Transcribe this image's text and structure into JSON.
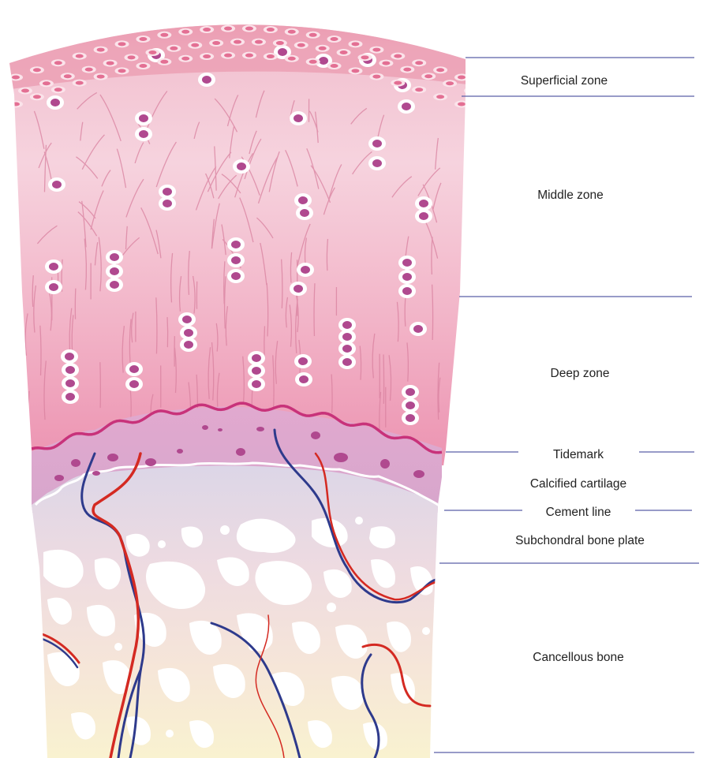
{
  "diagram": {
    "labels": {
      "superficial": "Superficial zone",
      "middle": "Middle zone",
      "deep": "Deep zone",
      "tidemark": "Tidemark",
      "calcified": "Calcified cartilage",
      "cement": "Cement line",
      "subchondral": "Subchondral bone plate",
      "cancellous": "Cancellous bone"
    },
    "colors": {
      "superficial_top": "#e7849c",
      "middle": "#f6d0dc",
      "deep": "#ef9fb9",
      "tidemark": "#c8327a",
      "calcified": "#d8a3cc",
      "subchondral": "#d9d4e6",
      "cancellous_bottom": "#f8f0cf",
      "cell_nucleus": "#b0498f",
      "artery": "#d42a22",
      "vein": "#2e3a8c",
      "leader_line": "#5b5fa8"
    }
  }
}
